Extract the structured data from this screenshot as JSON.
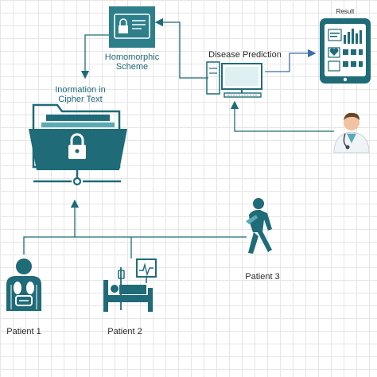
{
  "nodes": {
    "homomorphic": {
      "line1": "Homomorphic",
      "line2": "Scheme"
    },
    "cipher": {
      "line1": "Inormation in",
      "line2": "Cipher Text"
    },
    "disease": {
      "label": "Disease Prediction"
    },
    "result": {
      "label": "Result"
    },
    "patient1": {
      "label": "Patient 1"
    },
    "patient2": {
      "label": "Patient 2"
    },
    "patient3": {
      "label": "Patient 3"
    }
  },
  "icons": {
    "homomorphic": "lock-card-icon",
    "cipher": "locked-folder-icon",
    "disease": "computer-icon",
    "result": "tablet-dashboard-icon",
    "doctor": "doctor-icon",
    "patient1": "patient-anatomy-icon",
    "patient2": "hospital-bed-monitor-icon",
    "patient3": "injured-walking-patient-icon"
  },
  "colors": {
    "primary": "#1f6b78",
    "teal_light": "#5aa9b4",
    "arrow_blue": "#3a6ea5"
  }
}
